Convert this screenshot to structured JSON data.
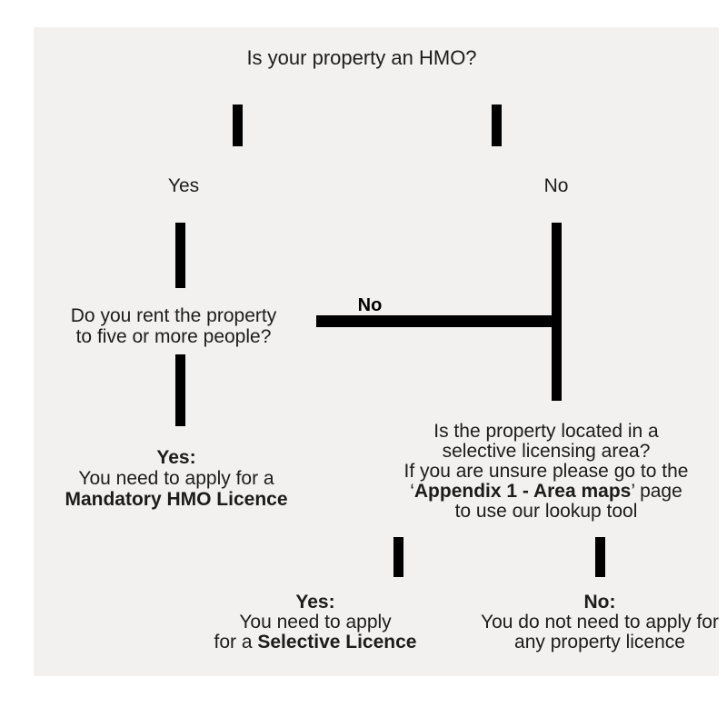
{
  "colors": {
    "panel": "#f2f1ef",
    "text": "#1c1c1c",
    "connector": "#000000"
  },
  "flowchart": {
    "title": "Is your property an HMO?",
    "branch_labels": {
      "yes": "Yes",
      "no": "No"
    },
    "question_rent": {
      "line1": "Do you rent the property",
      "line2": "to five or more people?"
    },
    "no_connector_label": "No",
    "outcome_mandatory": {
      "label": "Yes:",
      "line1": "You need to apply for a",
      "line2": "Mandatory HMO Licence"
    },
    "question_selective": {
      "line1": "Is the property located in a",
      "line2": "selective licensing area?",
      "line3": "If you are unsure please go to the",
      "line4_prefix": "‘",
      "line4_bold": "Appendix 1 - Area maps",
      "line4_suffix": "’ page",
      "line5": "to use our lookup tool"
    },
    "outcome_selective": {
      "label": "Yes:",
      "line1": "You need to apply",
      "line2_prefix": "for a ",
      "line2_bold": "Selective Licence"
    },
    "outcome_none": {
      "label": "No:",
      "line1": "You do not need to apply for",
      "line2": "any property licence"
    }
  }
}
